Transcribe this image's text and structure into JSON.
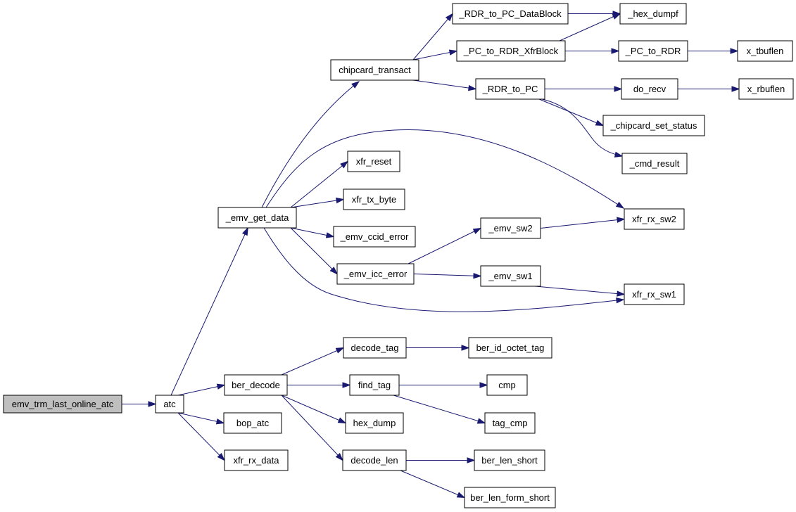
{
  "colors": {
    "edge": "#191970",
    "root_fill": "#bfbfbf",
    "node_fill": "#ffffff",
    "node_border": "#000000"
  },
  "nodes": [
    {
      "id": "emv_trm_last_online_atc",
      "label": "emv_trm_last_online_atc",
      "root": true
    },
    {
      "id": "atc",
      "label": "atc"
    },
    {
      "id": "_emv_get_data",
      "label": "_emv_get_data"
    },
    {
      "id": "ber_decode",
      "label": "ber_decode"
    },
    {
      "id": "bop_atc",
      "label": "bop_atc"
    },
    {
      "id": "xfr_rx_data",
      "label": "xfr_rx_data"
    },
    {
      "id": "chipcard_transact",
      "label": "chipcard_transact"
    },
    {
      "id": "xfr_reset",
      "label": "xfr_reset"
    },
    {
      "id": "xfr_tx_byte",
      "label": "xfr_tx_byte"
    },
    {
      "id": "_emv_ccid_error",
      "label": "_emv_ccid_error"
    },
    {
      "id": "_emv_icc_error",
      "label": "_emv_icc_error"
    },
    {
      "id": "xfr_rx_sw2",
      "label": "xfr_rx_sw2"
    },
    {
      "id": "xfr_rx_sw1",
      "label": "xfr_rx_sw1"
    },
    {
      "id": "_RDR_to_PC_DataBlock",
      "label": "_RDR_to_PC_DataBlock"
    },
    {
      "id": "_PC_to_RDR_XfrBlock",
      "label": "_PC_to_RDR_XfrBlock"
    },
    {
      "id": "_RDR_to_PC",
      "label": "_RDR_to_PC"
    },
    {
      "id": "_hex_dumpf",
      "label": "_hex_dumpf"
    },
    {
      "id": "_PC_to_RDR",
      "label": "_PC_to_RDR"
    },
    {
      "id": "x_tbuflen",
      "label": "x_tbuflen"
    },
    {
      "id": "do_recv",
      "label": "do_recv"
    },
    {
      "id": "x_rbuflen",
      "label": "x_rbuflen"
    },
    {
      "id": "_chipcard_set_status",
      "label": "_chipcard_set_status"
    },
    {
      "id": "_cmd_result",
      "label": "_cmd_result"
    },
    {
      "id": "_emv_sw2",
      "label": "_emv_sw2"
    },
    {
      "id": "_emv_sw1",
      "label": "_emv_sw1"
    },
    {
      "id": "decode_tag",
      "label": "decode_tag"
    },
    {
      "id": "find_tag",
      "label": "find_tag"
    },
    {
      "id": "hex_dump",
      "label": "hex_dump"
    },
    {
      "id": "decode_len",
      "label": "decode_len"
    },
    {
      "id": "ber_id_octet_tag",
      "label": "ber_id_octet_tag"
    },
    {
      "id": "cmp",
      "label": "cmp"
    },
    {
      "id": "tag_cmp",
      "label": "tag_cmp"
    },
    {
      "id": "ber_len_short",
      "label": "ber_len_short"
    },
    {
      "id": "ber_len_form_short",
      "label": "ber_len_form_short"
    }
  ],
  "edges": [
    {
      "from": "emv_trm_last_online_atc",
      "to": "atc"
    },
    {
      "from": "atc",
      "to": "_emv_get_data"
    },
    {
      "from": "atc",
      "to": "ber_decode"
    },
    {
      "from": "atc",
      "to": "bop_atc"
    },
    {
      "from": "atc",
      "to": "xfr_rx_data"
    },
    {
      "from": "_emv_get_data",
      "to": "chipcard_transact"
    },
    {
      "from": "_emv_get_data",
      "to": "xfr_reset"
    },
    {
      "from": "_emv_get_data",
      "to": "xfr_tx_byte"
    },
    {
      "from": "_emv_get_data",
      "to": "_emv_ccid_error"
    },
    {
      "from": "_emv_get_data",
      "to": "_emv_icc_error"
    },
    {
      "from": "_emv_get_data",
      "to": "xfr_rx_sw2"
    },
    {
      "from": "_emv_get_data",
      "to": "xfr_rx_sw1"
    },
    {
      "from": "chipcard_transact",
      "to": "_RDR_to_PC_DataBlock"
    },
    {
      "from": "chipcard_transact",
      "to": "_PC_to_RDR_XfrBlock"
    },
    {
      "from": "chipcard_transact",
      "to": "_RDR_to_PC"
    },
    {
      "from": "_RDR_to_PC_DataBlock",
      "to": "_hex_dumpf"
    },
    {
      "from": "_PC_to_RDR_XfrBlock",
      "to": "_hex_dumpf"
    },
    {
      "from": "_PC_to_RDR_XfrBlock",
      "to": "_PC_to_RDR"
    },
    {
      "from": "_PC_to_RDR",
      "to": "x_tbuflen"
    },
    {
      "from": "_RDR_to_PC",
      "to": "do_recv"
    },
    {
      "from": "_RDR_to_PC",
      "to": "_chipcard_set_status"
    },
    {
      "from": "_RDR_to_PC",
      "to": "_cmd_result"
    },
    {
      "from": "do_recv",
      "to": "x_rbuflen"
    },
    {
      "from": "_emv_icc_error",
      "to": "_emv_sw2"
    },
    {
      "from": "_emv_icc_error",
      "to": "_emv_sw1"
    },
    {
      "from": "_emv_sw2",
      "to": "xfr_rx_sw2"
    },
    {
      "from": "_emv_sw1",
      "to": "xfr_rx_sw1"
    },
    {
      "from": "ber_decode",
      "to": "decode_tag"
    },
    {
      "from": "ber_decode",
      "to": "find_tag"
    },
    {
      "from": "ber_decode",
      "to": "hex_dump"
    },
    {
      "from": "ber_decode",
      "to": "decode_len"
    },
    {
      "from": "decode_tag",
      "to": "ber_id_octet_tag"
    },
    {
      "from": "find_tag",
      "to": "cmp"
    },
    {
      "from": "find_tag",
      "to": "tag_cmp"
    },
    {
      "from": "decode_len",
      "to": "ber_len_short"
    },
    {
      "from": "decode_len",
      "to": "ber_len_form_short"
    }
  ]
}
